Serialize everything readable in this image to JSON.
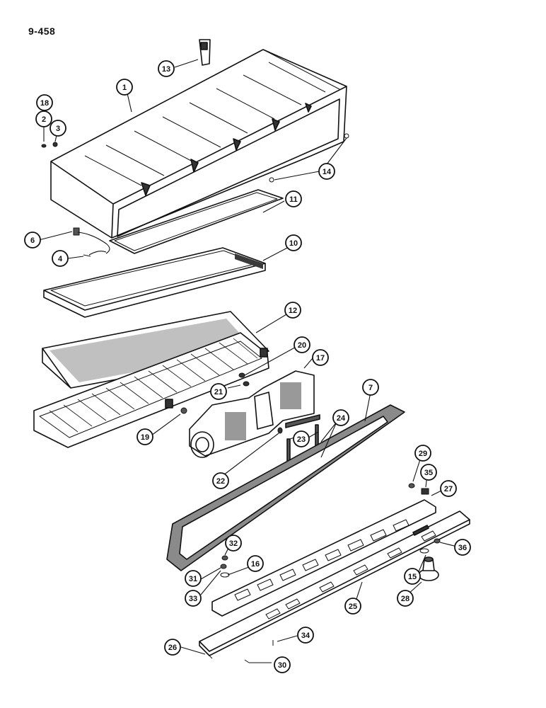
{
  "page_code": "9-458",
  "colors": {
    "ink": "#111111",
    "paper": "#ffffff",
    "gasket": "#6a6a6a",
    "filter_dark": "#3a3a3a"
  },
  "callouts": [
    "1",
    "2",
    "3",
    "4",
    "6",
    "7",
    "10",
    "11",
    "12",
    "13",
    "14",
    "15",
    "16",
    "17",
    "18",
    "19",
    "20",
    "21",
    "22",
    "23",
    "24",
    "25",
    "26",
    "27",
    "28",
    "29",
    "30",
    "31",
    "32",
    "33",
    "34",
    "35",
    "36"
  ],
  "parts": [
    "housing-cover",
    "plenum-gasket",
    "air-filter",
    "filter-frame",
    "heater-core-grille",
    "blower-assembly",
    "outer-gasket",
    "outlet-louver-panel",
    "outlet-mounting-plate",
    "control-knob"
  ]
}
